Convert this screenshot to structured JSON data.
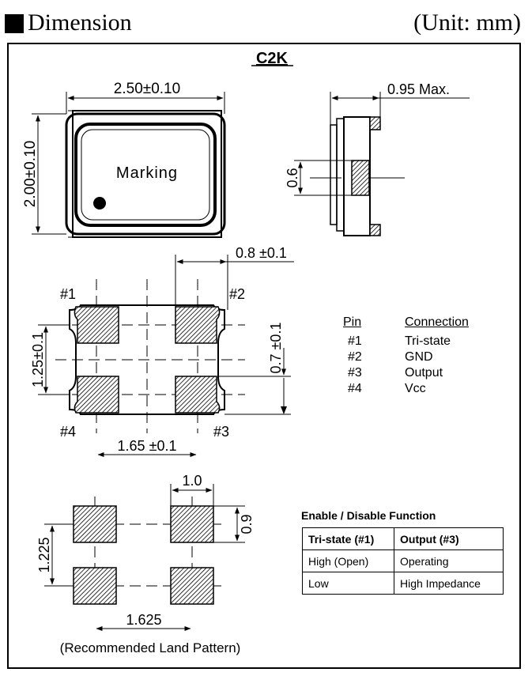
{
  "header": {
    "title": "Dimension",
    "unit": "(Unit: mm)"
  },
  "diagram": {
    "model": "C2K",
    "top_view": {
      "width_label": "2.50±0.10",
      "height_label": "2.00±0.10",
      "marking_label": "Marking"
    },
    "side_view": {
      "max_height_label": "0.95 Max.",
      "pad_label": "0.6"
    },
    "bottom_view": {
      "pin1": "#1",
      "pin2": "#2",
      "pin3": "#3",
      "pin4": "#4",
      "pad_width_label": "0.8 ±0.1",
      "pad_height_label": "0.7 ±0.1",
      "pitch_y_label": "1.25±0.1",
      "pitch_x_label": "1.65 ±0.1"
    },
    "land_pattern": {
      "pad_width_label": "1.0",
      "pad_height_label": "0.9",
      "pitch_y_label": "1.225",
      "pitch_x_label": "1.625",
      "caption": "(Recommended Land Pattern)"
    },
    "pin_table": {
      "headers": [
        "Pin",
        "Connection"
      ],
      "rows": [
        [
          "#1",
          "Tri-state"
        ],
        [
          "#2",
          "GND"
        ],
        [
          "#3",
          "Output"
        ],
        [
          "#4",
          "Vcc"
        ]
      ]
    },
    "enable_disable": {
      "title": "Enable / Disable Function",
      "headers": [
        "Tri-state (#1)",
        "Output (#3)"
      ],
      "rows": [
        [
          "High (Open)",
          "Operating"
        ],
        [
          "Low",
          "High Impedance"
        ]
      ]
    }
  }
}
